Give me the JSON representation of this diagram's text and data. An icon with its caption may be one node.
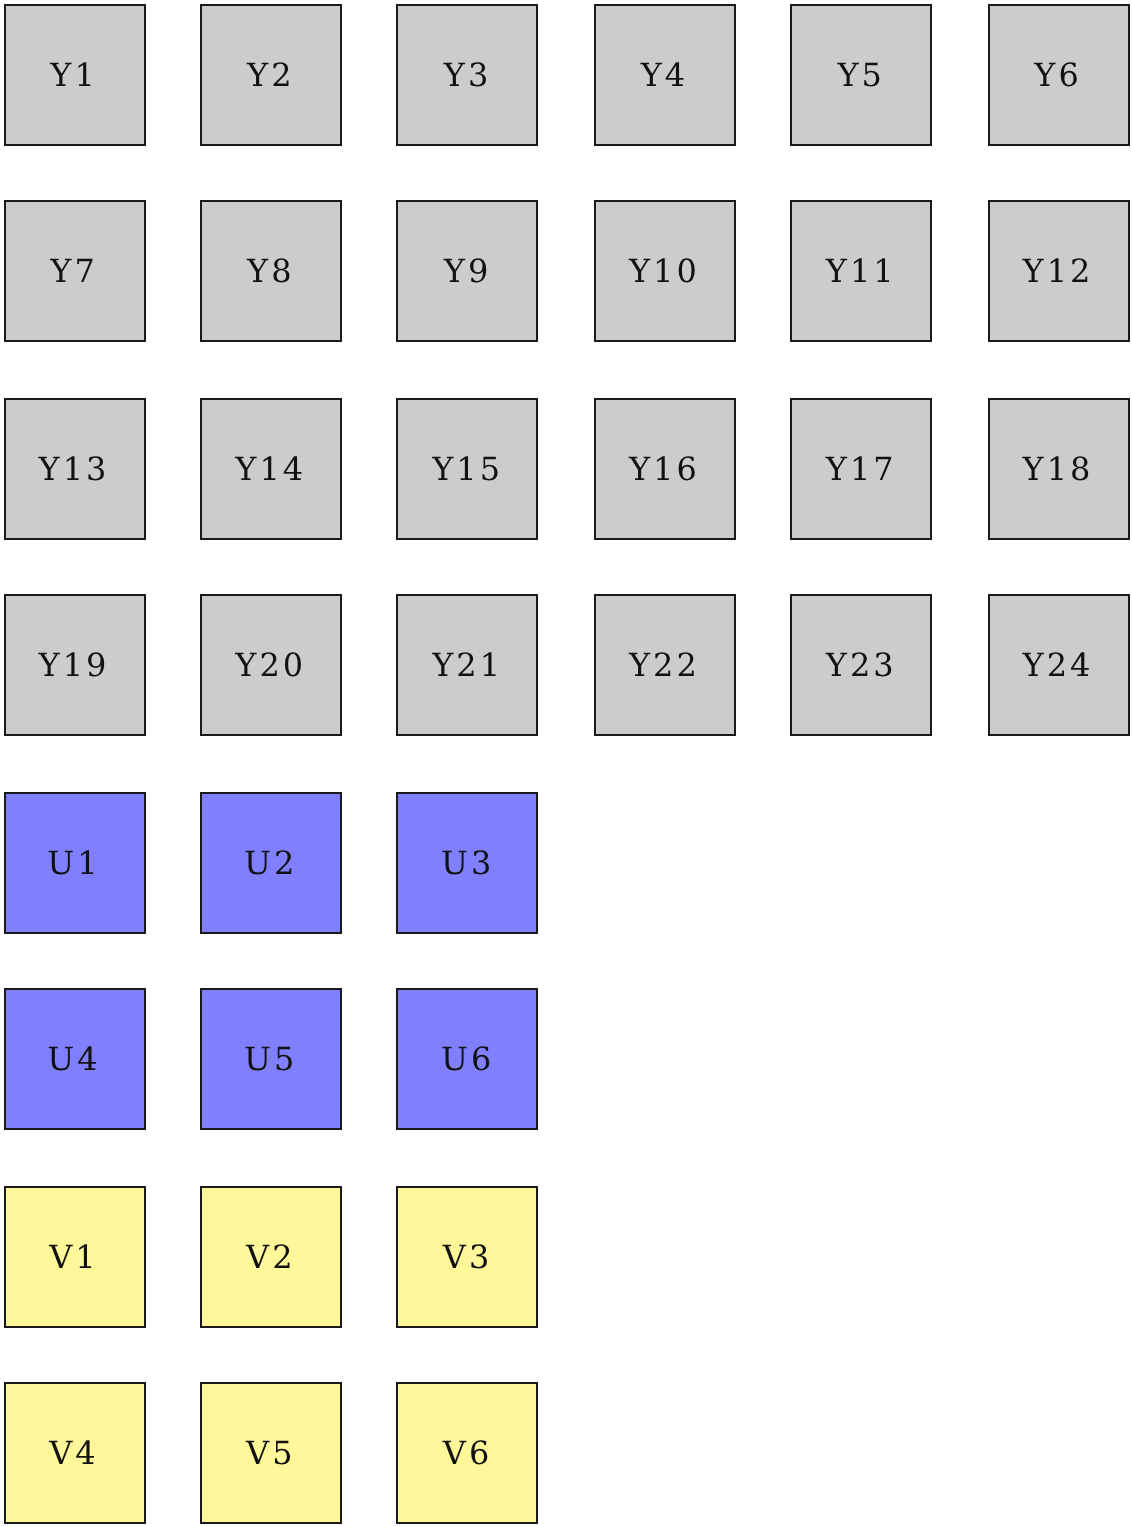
{
  "diagram": {
    "nodes": [
      {
        "text": [
          "Y1"
        ]
      },
      {
        "text": [
          "Y2"
        ]
      },
      {
        "text": [
          "Y3"
        ]
      },
      {
        "text": [
          "Y4"
        ]
      },
      {
        "text": [
          "Y5"
        ]
      },
      {
        "text": [
          "Y6"
        ]
      },
      {
        "text": [
          "Y7"
        ]
      },
      {
        "text": [
          "Y8"
        ]
      },
      {
        "text": [
          "Y9"
        ]
      },
      {
        "text": [
          "Y10"
        ]
      },
      {
        "text": [
          "Y11"
        ]
      },
      {
        "text": [
          "Y12"
        ]
      },
      {
        "text": [
          "Y13"
        ]
      },
      {
        "text": [
          "Y14"
        ]
      },
      {
        "text": [
          "Y15"
        ]
      },
      {
        "text": [
          "Y16"
        ]
      },
      {
        "text": [
          "Y17"
        ]
      },
      {
        "text": [
          "Y18"
        ]
      },
      {
        "text": [
          "Y19"
        ]
      },
      {
        "text": [
          "Y20"
        ]
      },
      {
        "text": [
          "Y21"
        ]
      },
      {
        "text": [
          "Y22"
        ]
      },
      {
        "text": [
          "Y23"
        ]
      },
      {
        "text": [
          "Y24"
        ]
      },
      {
        "text": [
          "U1"
        ]
      },
      {
        "text": [
          "U2"
        ]
      },
      {
        "text": [
          "U3"
        ]
      },
      {
        "text": [
          "U4"
        ]
      },
      {
        "text": [
          "U5"
        ]
      },
      {
        "text": [
          "U6"
        ]
      },
      {
        "text": [
          "V1"
        ]
      },
      {
        "text": [
          "V2"
        ]
      },
      {
        "text": [
          "V3"
        ]
      },
      {
        "text": [
          "V4"
        ]
      },
      {
        "text": [
          "V5"
        ]
      },
      {
        "text": [
          "V6"
        ]
      }
    ]
  }
}
